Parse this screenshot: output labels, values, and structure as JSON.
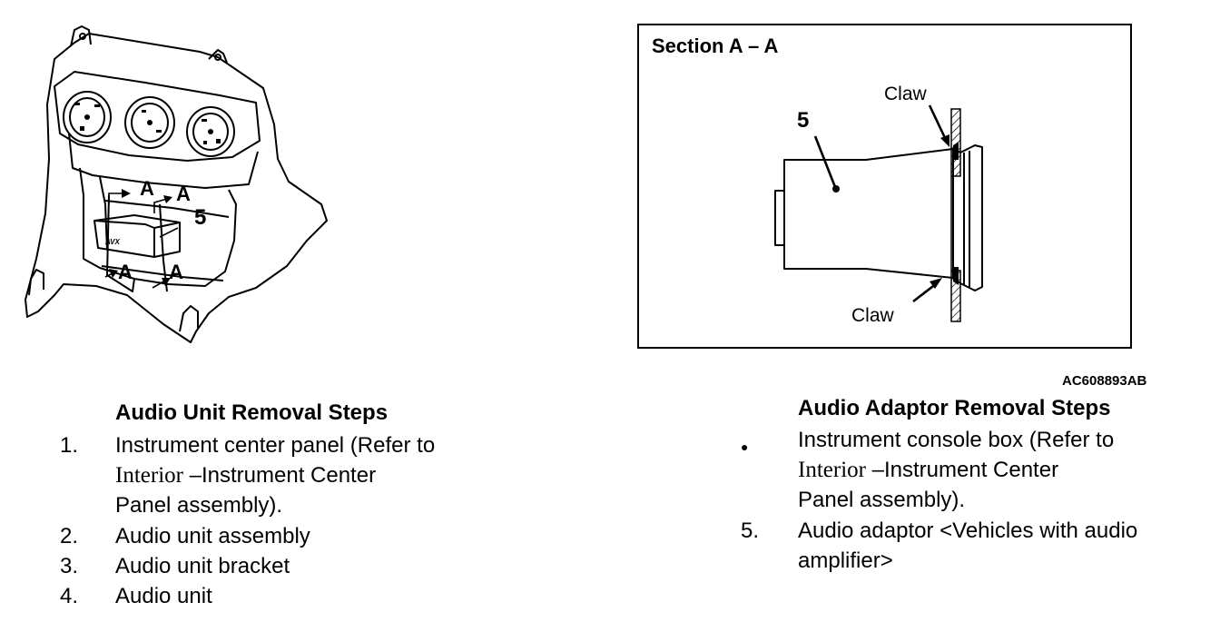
{
  "figure": {
    "left_labels": {
      "a1": "A",
      "a2": "A",
      "a3": "A",
      "a4": "A",
      "part5": "5",
      "brand": "AVX"
    },
    "section": {
      "title": "Section A – A",
      "part_number": "5",
      "claw_top": "Claw",
      "claw_bottom": "Claw"
    },
    "ref_code": "AC608893AB"
  },
  "audio_unit": {
    "heading": "Audio Unit Removal Steps",
    "steps": [
      {
        "num": "1.",
        "text": "Instrument center panel (Refer to",
        "ref_word": "Interior",
        "ref_rest": " –Instrument Center",
        "line3": "Panel assembly)."
      },
      {
        "num": "2.",
        "text": "Audio unit assembly"
      },
      {
        "num": "3.",
        "text": "Audio unit bracket"
      },
      {
        "num": "4.",
        "text": "Audio unit"
      }
    ]
  },
  "audio_adaptor": {
    "heading": "Audio Adaptor Removal Steps",
    "steps": [
      {
        "num": "●",
        "text": "Instrument console box (Refer to",
        "ref_word": "Interior",
        "ref_rest": " –Instrument Center",
        "line3": "Panel assembly)."
      },
      {
        "num": "5.",
        "text": "Audio adaptor <Vehicles with audio",
        "line2": "amplifier>"
      }
    ]
  }
}
